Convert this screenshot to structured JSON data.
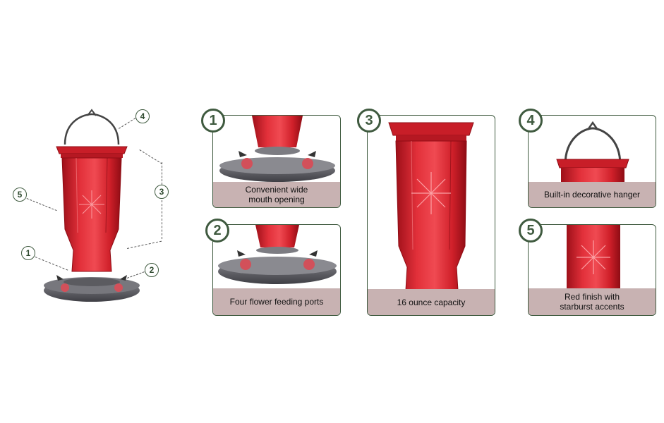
{
  "colors": {
    "accent": "#3f5a3f",
    "caption_bg": "#c8b2b2",
    "glass": "#d3202b",
    "base": "#5a5a5f"
  },
  "overview": {
    "callouts": [
      "1",
      "2",
      "3",
      "4",
      "5"
    ]
  },
  "features": [
    {
      "num": "1",
      "caption_line1": "Convenient wide",
      "caption_line2": "mouth opening"
    },
    {
      "num": "2",
      "caption_line1": "Four flower feeding ports",
      "caption_line2": ""
    },
    {
      "num": "3",
      "caption_line1": "16 ounce capacity",
      "caption_line2": ""
    },
    {
      "num": "4",
      "caption_line1": "Built-in decorative hanger",
      "caption_line2": ""
    },
    {
      "num": "5",
      "caption_line1": "Red finish with",
      "caption_line2": "starburst accents"
    }
  ]
}
